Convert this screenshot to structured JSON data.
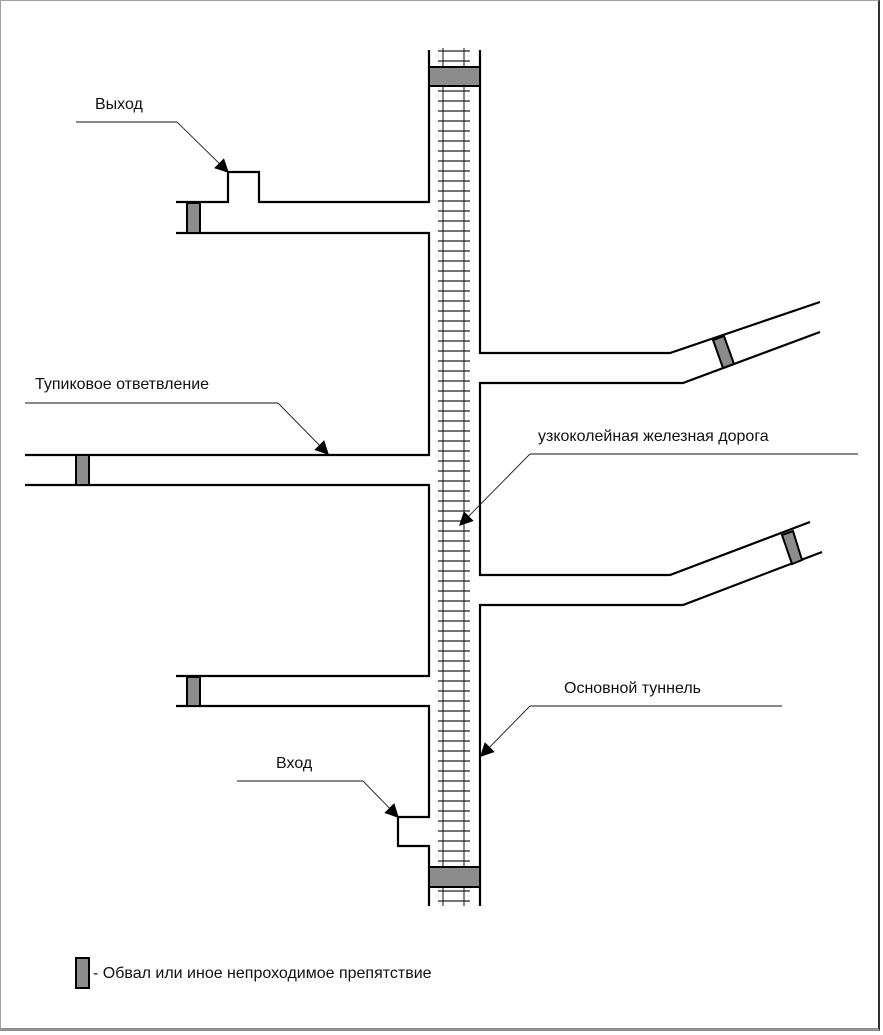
{
  "diagram": {
    "type": "tunnel-schematic",
    "labels": {
      "exit": "Выход",
      "dead_end": "Тупиковое ответвление",
      "railway": "узкоколейная железная дорога",
      "main_tunnel": "Основной туннель",
      "entrance": "Вход"
    },
    "legend": {
      "symbol": "obstacle-block",
      "text": "- Обвал или иное непроходимое препятствие"
    },
    "colors": {
      "obstacle_fill": "#8c8c8c",
      "line": "#000000",
      "background": "#ffffff"
    },
    "elements": {
      "main_tunnel": "vertical tunnel with narrow-gauge railway",
      "branches": [
        {
          "side": "left",
          "name": "exit branch",
          "blocked": true
        },
        {
          "side": "left",
          "name": "dead-end branch",
          "blocked": true
        },
        {
          "side": "left",
          "name": "lower branch",
          "blocked": true
        },
        {
          "side": "right",
          "name": "upper angled branch",
          "blocked": true
        },
        {
          "side": "right",
          "name": "lower angled branch",
          "blocked": true
        }
      ],
      "main_tunnel_blocks": 2
    }
  }
}
